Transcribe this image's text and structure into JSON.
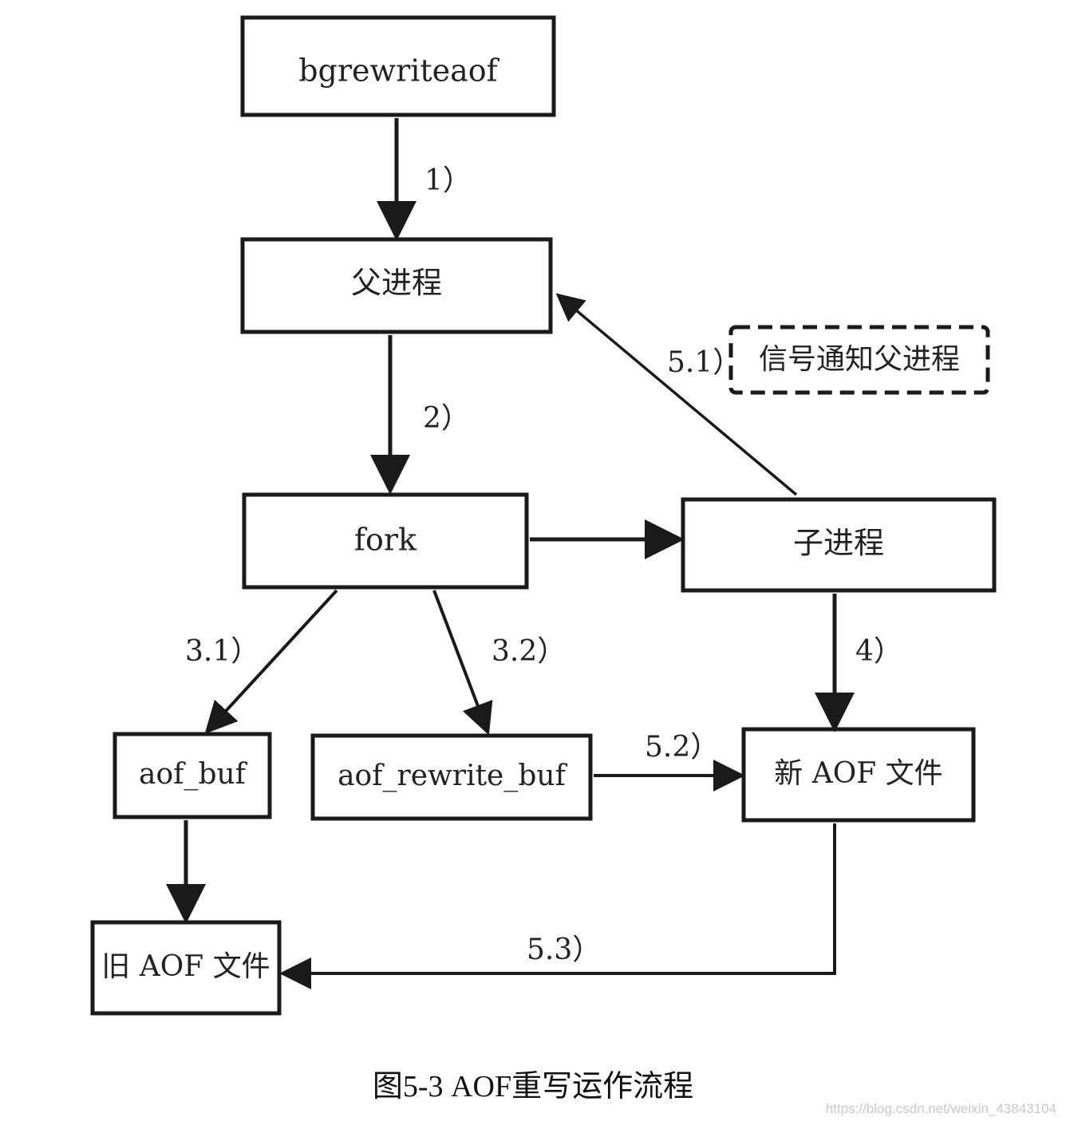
{
  "colors": {
    "stroke": "#1a1a1a",
    "text": "#222222",
    "background": "#ffffff"
  },
  "nodes": {
    "bgrewriteaof": "bgrewriteaof",
    "parent_process": "父进程",
    "fork": "fork",
    "child_process": "子进程",
    "aof_buf": "aof_buf",
    "aof_rewrite_buf": "aof_rewrite_buf",
    "new_aof_file": "新 AOF 文件",
    "old_aof_file": "旧 AOF 文件",
    "signal_note": "信号通知父进程"
  },
  "edges": {
    "step_1": "1）",
    "step_2": "2）",
    "step_3_1": "3.1）",
    "step_3_2": "3.2）",
    "step_4": "4）",
    "step_5_1": "5.1）",
    "step_5_2": "5.2）",
    "step_5_3": "5.3）"
  },
  "caption": "图5-3    AOF重写运作流程",
  "watermark": "https://blog.csdn.net/weixin_43843104"
}
